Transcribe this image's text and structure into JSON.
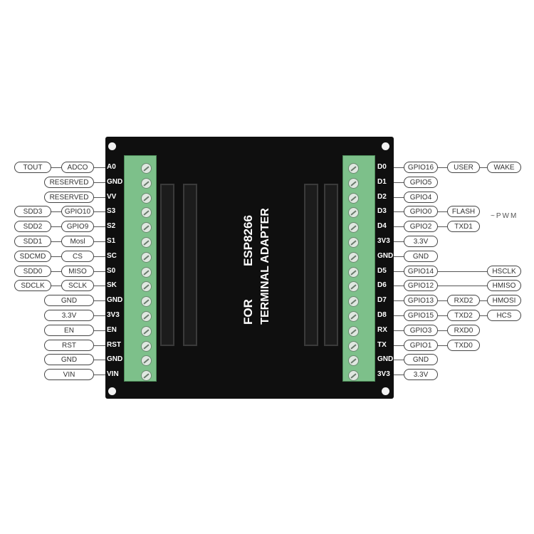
{
  "board": {
    "title_line1": "ESP8266",
    "title_line2": "FOR",
    "title_line3": "TERMINAL ADAPTER"
  },
  "left_pins": [
    {
      "pin": "A0",
      "labels": [
        "TOUT",
        "ADCO"
      ]
    },
    {
      "pin": "GND",
      "labels": [
        "RESERVED"
      ]
    },
    {
      "pin": "VV",
      "labels": [
        "RESERVED"
      ]
    },
    {
      "pin": "S3",
      "labels": [
        "SDD3",
        "GPIO10"
      ]
    },
    {
      "pin": "S2",
      "labels": [
        "SDD2",
        "GPIO9"
      ]
    },
    {
      "pin": "S1",
      "labels": [
        "SDD1",
        "Mosl"
      ]
    },
    {
      "pin": "SC",
      "labels": [
        "SDCMD",
        "CS"
      ]
    },
    {
      "pin": "S0",
      "labels": [
        "SDD0",
        "MISO"
      ]
    },
    {
      "pin": "SK",
      "labels": [
        "SDCLK",
        "SCLK"
      ]
    },
    {
      "pin": "GND",
      "labels": [
        "GND"
      ]
    },
    {
      "pin": "3V3",
      "labels": [
        "3.3V"
      ]
    },
    {
      "pin": "EN",
      "labels": [
        "EN"
      ]
    },
    {
      "pin": "RST",
      "labels": [
        "RST"
      ]
    },
    {
      "pin": "GND",
      "labels": [
        "GND"
      ]
    },
    {
      "pin": "VIN",
      "labels": [
        "VIN"
      ]
    }
  ],
  "right_pins": [
    {
      "pin": "D0",
      "labels": [
        "GPIO16",
        "USER",
        "WAKE"
      ]
    },
    {
      "pin": "D1",
      "labels": [
        "GPIO5"
      ]
    },
    {
      "pin": "D2",
      "labels": [
        "GPIO4"
      ]
    },
    {
      "pin": "D3",
      "labels": [
        "GPIO0",
        "FLASH"
      ]
    },
    {
      "pin": "D4",
      "labels": [
        "GPIO2",
        "TXD1"
      ]
    },
    {
      "pin": "3V3",
      "labels": [
        "3.3V"
      ]
    },
    {
      "pin": "GND",
      "labels": [
        "GND"
      ]
    },
    {
      "pin": "D5",
      "labels": [
        "GPIO14",
        "HSCLK"
      ]
    },
    {
      "pin": "D6",
      "labels": [
        "GPIO12",
        "HMISO"
      ]
    },
    {
      "pin": "D7",
      "labels": [
        "GPIO13",
        "RXD2",
        "HMOSI"
      ]
    },
    {
      "pin": "D8",
      "labels": [
        "GPIO15",
        "TXD2",
        "HCS"
      ]
    },
    {
      "pin": "RX",
      "labels": [
        "GPIO3",
        "RXD0"
      ]
    },
    {
      "pin": "TX",
      "labels": [
        "GPIO1",
        "TXD0"
      ]
    },
    {
      "pin": "GND",
      "labels": [
        "GND"
      ]
    },
    {
      "pin": "3V3",
      "labels": [
        "3.3V"
      ]
    }
  ],
  "pwm_note": "~PWM",
  "colors": {
    "board": "#0f0f0f",
    "terminal": "#7dc08a",
    "label_border": "#444444"
  }
}
